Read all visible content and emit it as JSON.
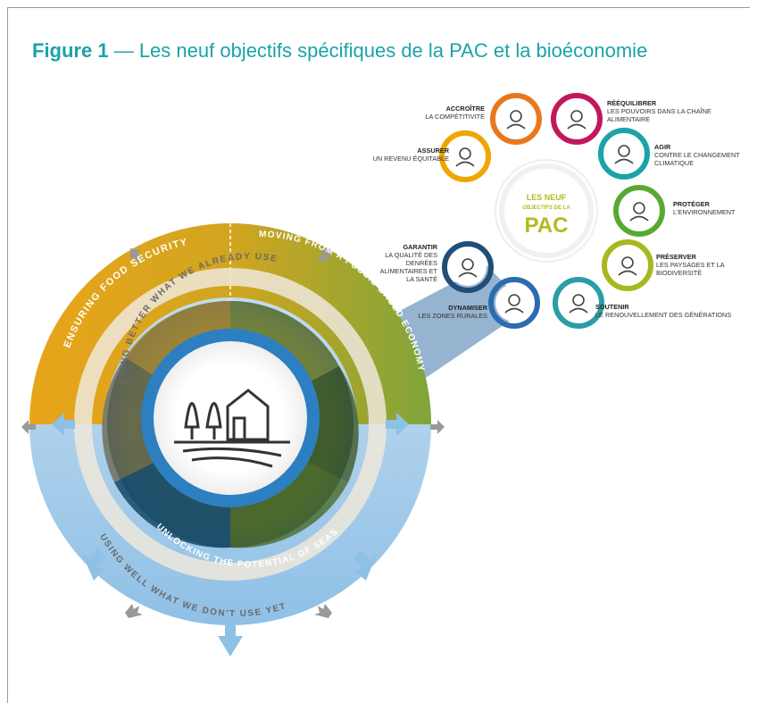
{
  "figure": {
    "number": "Figure 1",
    "title": "— Les neuf objectifs spécifiques de la PAC et la bioéconomie"
  },
  "ring": {
    "outer_top_left": "ENSURING FOOD SECURITY",
    "outer_top_right": "MOVING FROM A FOSSIL-BASED ECONOMY TO A BIOECONOMY",
    "outer_bottom": "UNLOCKING THE POTENTIAL OF SEAS & OCEANS",
    "inner_top": "USING BETTER WHAT WE ALREADY USE",
    "inner_bottom": "USING WELL WHAT WE DON'T USE YET"
  },
  "hub": {
    "line1": "LES NEUF",
    "line2": "OBJECTIFS DE LA",
    "line3": "PAC"
  },
  "objectives": [
    {
      "verb": "ACCROÎTRE",
      "text": "LA COMPÉTITIVITÉ",
      "color": "#e8781e",
      "icon": "rocket-icon"
    },
    {
      "verb": "RÉÉQUILIBRER",
      "text": "LES POUVOIRS DANS LA CHAÎNE ALIMENTAIRE",
      "color": "#c2185b",
      "icon": "crate-icon"
    },
    {
      "verb": "ASSURER",
      "text": "UN REVENU ÉQUITABLE",
      "color": "#f0a500",
      "icon": "farmer-icon"
    },
    {
      "verb": "AGIR",
      "text": "CONTRE LE CHANGEMENT CLIMATIQUE",
      "color": "#1aa3a8",
      "icon": "globe-thermometer-icon"
    },
    {
      "verb": "PROTÉGER",
      "text": "L'ENVIRONNEMENT",
      "color": "#5aa832",
      "icon": "butterfly-icon"
    },
    {
      "verb": "GARANTIR",
      "text": "LA QUALITÉ DES DENRÉES ALIMENTAIRES ET LA SANTÉ",
      "color": "#1f4e79",
      "icon": "cow-icon"
    },
    {
      "verb": "PRÉSERVER",
      "text": "LES PAYSAGES ET LA BIODIVERSITÉ",
      "color": "#a6b81e",
      "icon": "landscape-icon"
    },
    {
      "verb": "DYNAMISER",
      "text": "LES ZONES RURALES",
      "color": "#2b6cb0",
      "icon": "village-icon"
    },
    {
      "verb": "SOUTENIR",
      "text": "LE RENOUVELLEMENT DES GÉNÉRATIONS",
      "color": "#2a9da8",
      "icon": "generations-icon"
    }
  ],
  "colors": {
    "accent": "#1aa3a8",
    "food_security": "#e8a51a",
    "bioeconomy": "#7fa53a",
    "seas": "#9cc8e8",
    "pac": "#b7b91e"
  }
}
